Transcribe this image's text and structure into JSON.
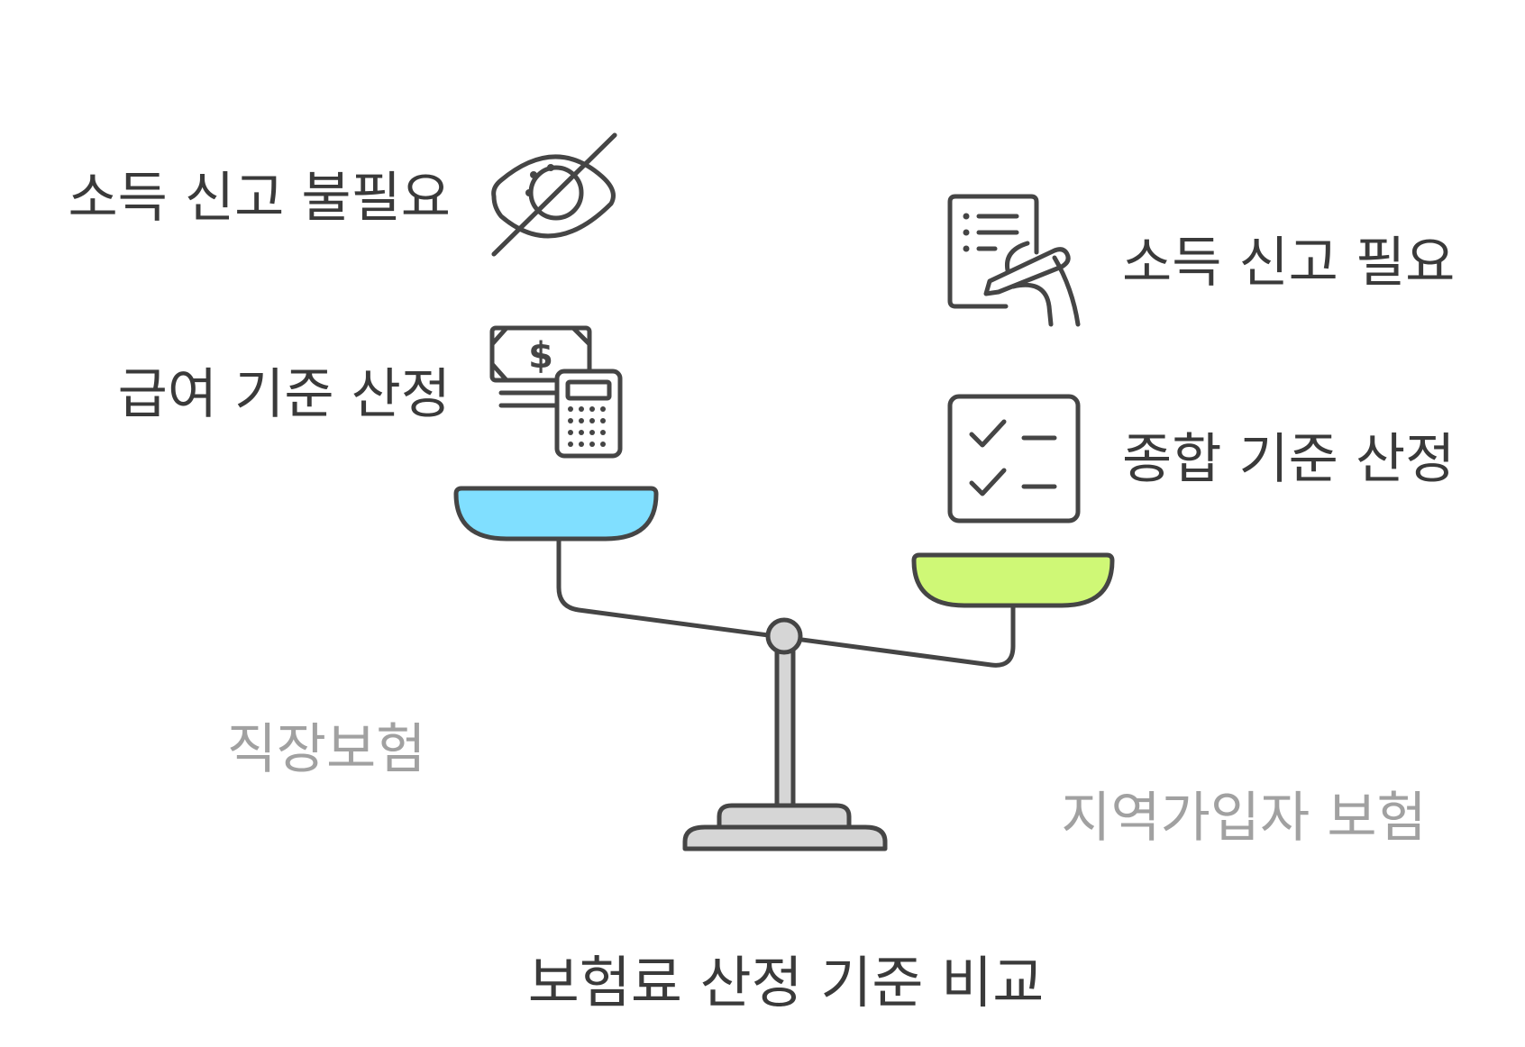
{
  "title": "보험료 산정 기준 비교",
  "left": {
    "category": "직장보험",
    "items": [
      {
        "label": "소득 신고 불필요",
        "icon": "eye-off-icon"
      },
      {
        "label": "급여 기준 산정",
        "icon": "salary-calculator-icon"
      }
    ],
    "pan_color": "#80dfff"
  },
  "right": {
    "category": "지역가입자 보험",
    "items": [
      {
        "label": "소득 신고 필요",
        "icon": "document-signing-icon"
      },
      {
        "label": "종합 기준 산정",
        "icon": "checklist-icon"
      }
    ],
    "pan_color": "#cff876"
  },
  "colors": {
    "stroke": "#454545",
    "stand": "#d6d6d6",
    "text": "#3a3a3a",
    "category_text": "#a1a1a1"
  }
}
